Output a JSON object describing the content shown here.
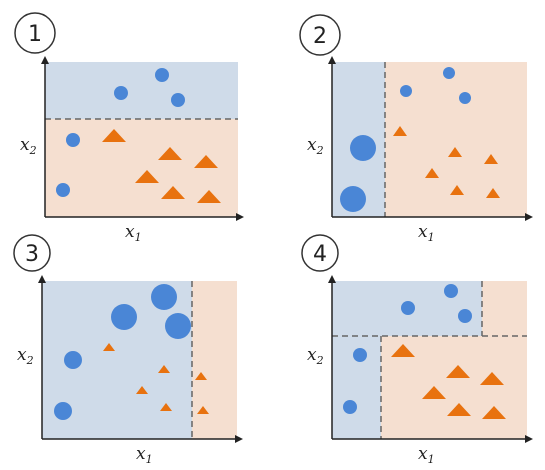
{
  "colors": {
    "region_blue": "#cfdbe9",
    "region_orange": "#f5dfd0",
    "circle": "#4a86d6",
    "triangle": "#e8720f",
    "axis": "#222222",
    "split_line": "#666666"
  },
  "icons": {
    "circle": "circle-marker-icon",
    "triangle": "triangle-marker-icon"
  },
  "axis": {
    "x_main": "x",
    "x_sub": "1",
    "y_main": "x",
    "y_sub": "2"
  },
  "panels": [
    {
      "badge": "1"
    },
    {
      "badge": "2"
    },
    {
      "badge": "3"
    },
    {
      "badge": "4"
    }
  ]
}
